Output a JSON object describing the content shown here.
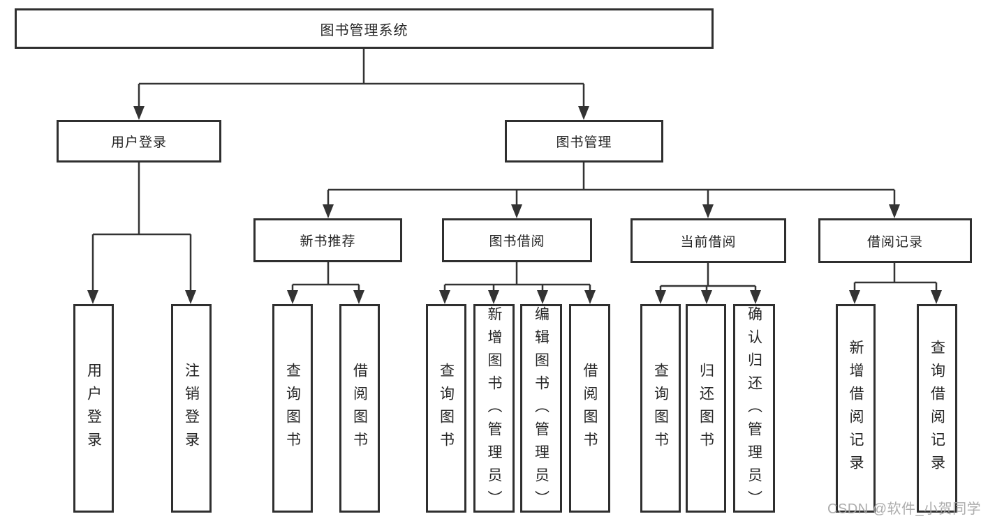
{
  "title": "图书管理系统",
  "watermark": {
    "text": "CSDN @软件_小贺同学",
    "color": "#a5a5a5"
  },
  "colors": {
    "line": "#333333",
    "box_border": "#2f2f2f",
    "text": "#262626",
    "background": "#ffffff"
  },
  "tree": {
    "label": "图书管理系统",
    "children": [
      {
        "label": "用户登录",
        "children": [
          {
            "label": "用户登录"
          },
          {
            "label": "注销登录"
          }
        ]
      },
      {
        "label": "图书管理",
        "children": [
          {
            "label": "新书推荐",
            "children": [
              {
                "label": "查询图书"
              },
              {
                "label": "借阅图书"
              }
            ]
          },
          {
            "label": "图书借阅",
            "children": [
              {
                "label": "查询图书"
              },
              {
                "label": "新增图书（管理员）"
              },
              {
                "label": "编辑图书（管理员）"
              },
              {
                "label": "借阅图书"
              }
            ]
          },
          {
            "label": "当前借阅",
            "children": [
              {
                "label": "查询图书"
              },
              {
                "label": "归还图书"
              },
              {
                "label": "确认归还（管理员）"
              }
            ]
          },
          {
            "label": "借阅记录",
            "children": [
              {
                "label": "新增借阅记录"
              },
              {
                "label": "查询借阅记录"
              }
            ]
          }
        ]
      }
    ]
  }
}
